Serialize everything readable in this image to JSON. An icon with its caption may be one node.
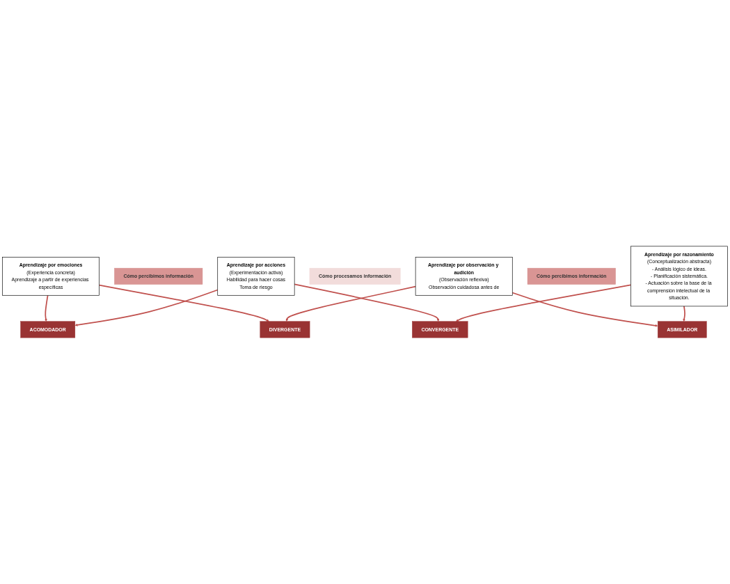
{
  "diagram": {
    "nodes": [
      {
        "text": [
          "Aprendizaje por emociones",
          "(Experiencia concreta)",
          "Aprendizaje a partir de experiencias específicas"
        ]
      },
      {
        "text": [
          "ACOMODADOR"
        ]
      },
      {
        "text": [
          "DIVERGENTE"
        ]
      },
      {
        "text": [
          "Cómo percibimos información"
        ]
      },
      {
        "text": [
          "Aprendizaje por acciones",
          "(Experimentación activa)",
          "Habilidad para hacer cosas",
          "Toma de riesgo"
        ]
      },
      {
        "text": [
          "Cómo procesamos información"
        ]
      },
      {
        "text": [
          "Aprendizaje por observación y audición",
          "(Observación reflexiva)",
          "Observación cuidadosa antes de"
        ]
      },
      {
        "text": [
          "Cómo percibimos información"
        ]
      },
      {
        "text": [
          "CONVERGENTE"
        ]
      },
      {
        "text": [
          "ASIMILADOR"
        ]
      },
      {
        "text": [
          "Aprendizaje por razonamiento",
          "(Conceptualización abstracta)",
          "- Análisis lógico de ideas.",
          "- Planificación sistemática.",
          "- Actuación sobre la base de la comprensión intelectual de la situación."
        ]
      }
    ],
    "edges": [
      {
        "from": 0,
        "to": 1,
        "arrow": "to"
      },
      {
        "from": 0,
        "to": 2,
        "arrow": "to"
      },
      {
        "from": 4,
        "to": 1,
        "arrow": "to"
      },
      {
        "from": 6,
        "to": 2,
        "arrow": "to"
      },
      {
        "from": 4,
        "to": 8,
        "arrow": "to"
      },
      {
        "from": 6,
        "to": 9,
        "arrow": "to"
      },
      {
        "from": 10,
        "to": 8,
        "arrow": "to"
      },
      {
        "from": 10,
        "to": 9,
        "arrow": "to"
      }
    ]
  }
}
